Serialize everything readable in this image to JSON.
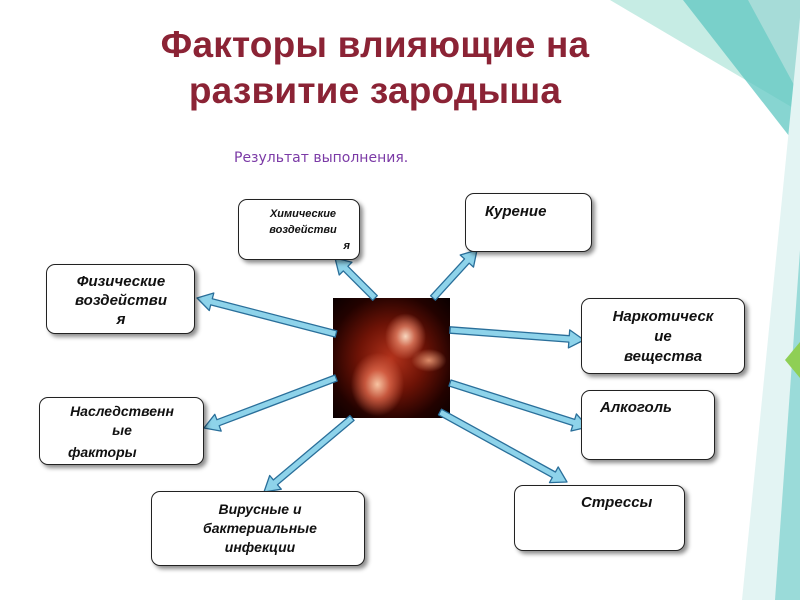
{
  "title_line1": "Факторы влияющие на",
  "title_line2": "развитие зародыша",
  "subtitle": "Результат выполнения.",
  "factors": {
    "chemical": [
      "Химические",
      "воздействи",
      "я"
    ],
    "smoking": [
      "Курение"
    ],
    "physical": [
      "Физические",
      "воздействи",
      "я"
    ],
    "narcotic": [
      "Наркотическ",
      "ие",
      "вещества"
    ],
    "hereditary": [
      "Наследственн",
      "ые",
      "факторы"
    ],
    "alcohol": [
      "Алкоголь"
    ],
    "infections": [
      "Вирусные и",
      "бактериальные",
      "инфекции"
    ],
    "stress": [
      "Стрессы"
    ]
  },
  "colors": {
    "title": "#8b2335",
    "subtitle": "#7b3aa6",
    "arrow": "#8ed3ea",
    "arrow_outline": "#2a6f9a",
    "accent_teal": "#5fc7c2",
    "accent_green": "#8fcf55"
  }
}
